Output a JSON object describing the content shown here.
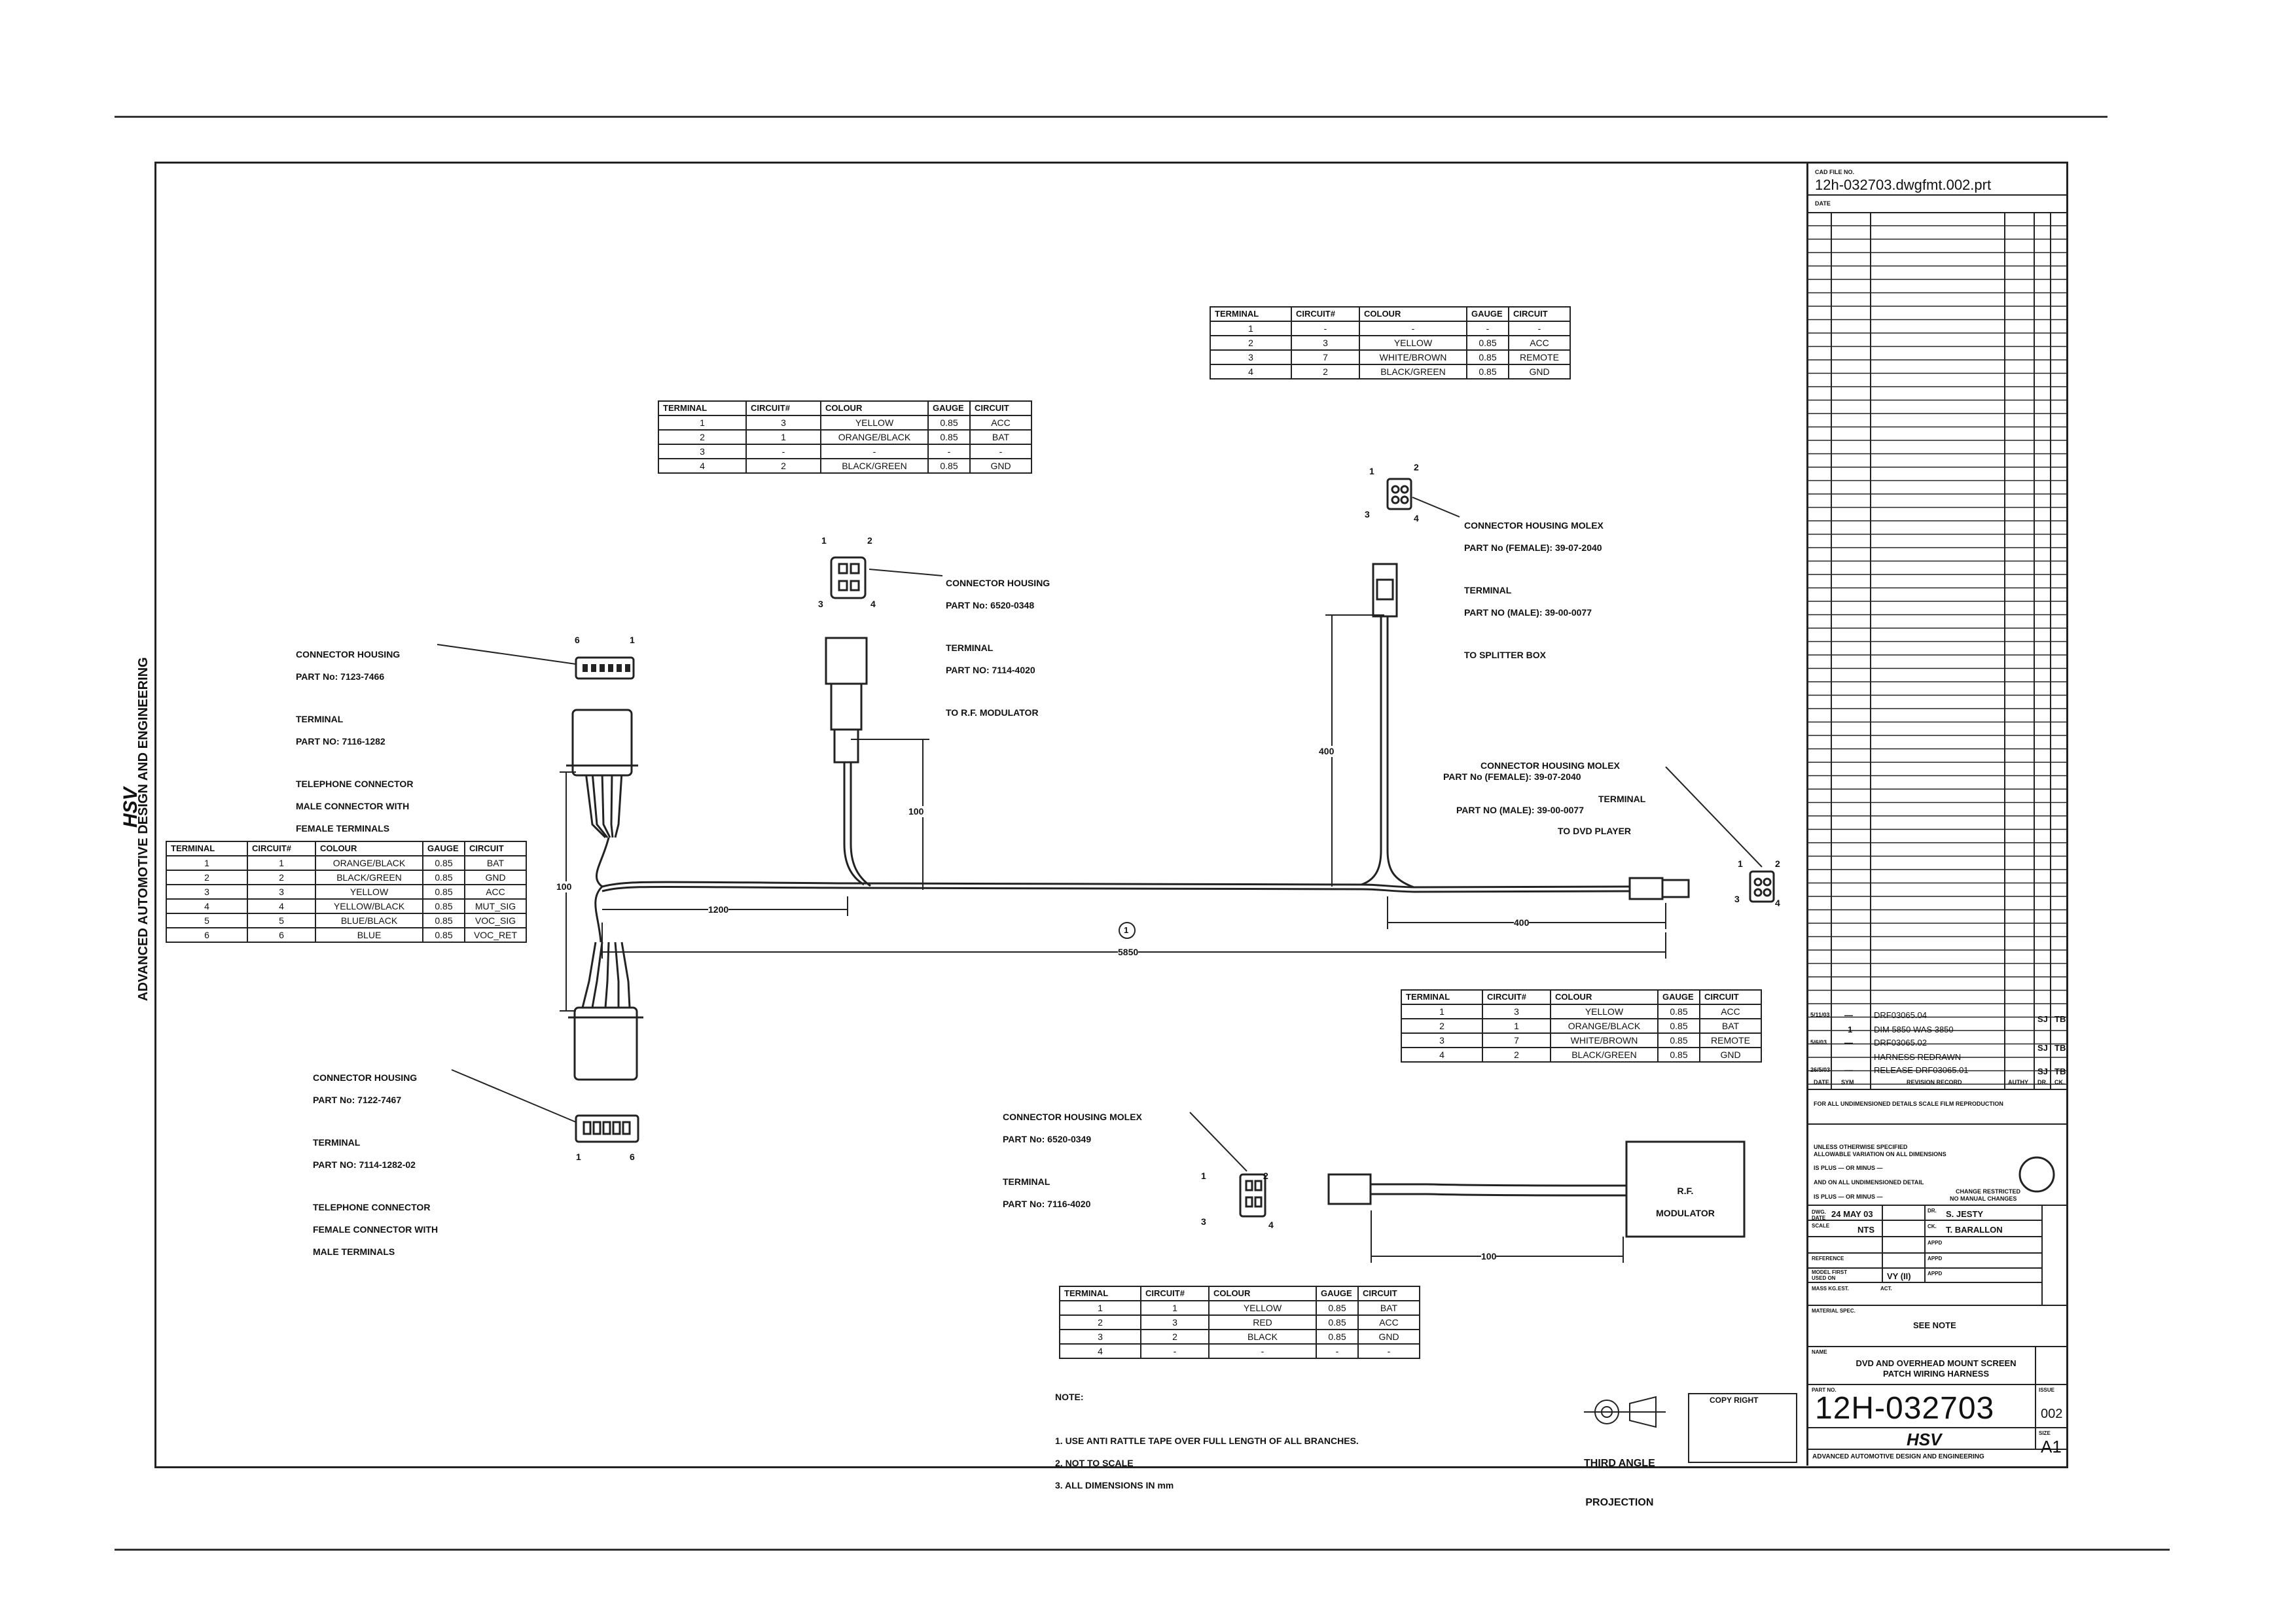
{
  "branding": {
    "company": "ADVANCED AUTOMOTIVE DESIGN AND ENGINEERING",
    "logo_text": "HSV"
  },
  "connectors": {
    "tel_male": {
      "pin_left": "6",
      "pin_right": "1",
      "housing": "CONNECTOR HOUSING",
      "housing_part": "PART No: 7123-7466",
      "terminal": "TERMINAL",
      "terminal_part": "PART NO: 7116-1282",
      "desc1": "TELEPHONE CONNECTOR",
      "desc2": "MALE CONNECTOR WITH",
      "desc3": "FEMALE TERMINALS"
    },
    "tel_female": {
      "pin_left": "1",
      "pin_right": "6",
      "housing": "CONNECTOR HOUSING",
      "housing_part": "PART No: 7122-7467",
      "terminal": "TERMINAL",
      "terminal_part": "PART NO: 7114-1282-02",
      "desc1": "TELEPHONE CONNECTOR",
      "desc2": "FEMALE CONNECTOR WITH",
      "desc3": "MALE TERMINALS"
    },
    "rf_top": {
      "p1": "1",
      "p2": "2",
      "p3": "3",
      "p4": "4",
      "housing": "CONNECTOR HOUSING",
      "housing_part": "PART No: 6520-0348",
      "terminal": "TERMINAL",
      "terminal_part": "PART NO: 7114-4020",
      "dest": "TO R.F. MODULATOR"
    },
    "splitter": {
      "p1": "1",
      "p2": "2",
      "p3": "3",
      "p4": "4",
      "housing": "CONNECTOR HOUSING MOLEX",
      "housing_part": "PART No (FEMALE): 39-07-2040",
      "terminal": "TERMINAL",
      "terminal_part": "PART NO (MALE): 39-00-0077",
      "dest": "TO SPLITTER BOX"
    },
    "dvd": {
      "p1": "1",
      "p2": "2",
      "p3": "3",
      "p4": "4",
      "housing": "CONNECTOR HOUSING MOLEX",
      "housing_part": "PART No (FEMALE): 39-07-2040",
      "terminal": "TERMINAL",
      "terminal_part": "PART NO (MALE): 39-00-0077",
      "dest": "TO DVD PLAYER"
    },
    "rf_mod": {
      "p1": "1",
      "p2": "2",
      "p3": "3",
      "p4": "4",
      "housing": "CONNECTOR HOUSING MOLEX",
      "housing_part": "PART No: 6520-0349",
      "terminal": "TERMINAL",
      "terminal_part": "PART No: 7116-4020",
      "box_line1": "R.F.",
      "box_line2": "MODULATOR"
    }
  },
  "dimensions": {
    "d100_left": "100",
    "d1200": "1200",
    "d100_mid": "100",
    "d400_vert": "400",
    "d400_right": "400",
    "d5850": "5850",
    "d100_rf": "100",
    "balloon": "1"
  },
  "table_headers": [
    "TERMINAL",
    "CIRCUIT#",
    "COLOUR",
    "GAUGE",
    "CIRCUIT"
  ],
  "tables": {
    "rf_top": [
      [
        "1",
        "3",
        "YELLOW",
        "0.85",
        "ACC"
      ],
      [
        "2",
        "1",
        "ORANGE/BLACK",
        "0.85",
        "BAT"
      ],
      [
        "3",
        "-",
        "-",
        "-",
        "-"
      ],
      [
        "4",
        "2",
        "BLACK/GREEN",
        "0.85",
        "GND"
      ]
    ],
    "splitter": [
      [
        "1",
        "-",
        "-",
        "-",
        "-"
      ],
      [
        "2",
        "3",
        "YELLOW",
        "0.85",
        "ACC"
      ],
      [
        "3",
        "7",
        "WHITE/BROWN",
        "0.85",
        "REMOTE"
      ],
      [
        "4",
        "2",
        "BLACK/GREEN",
        "0.85",
        "GND"
      ]
    ],
    "telephone": [
      [
        "1",
        "1",
        "ORANGE/BLACK",
        "0.85",
        "BAT"
      ],
      [
        "2",
        "2",
        "BLACK/GREEN",
        "0.85",
        "GND"
      ],
      [
        "3",
        "3",
        "YELLOW",
        "0.85",
        "ACC"
      ],
      [
        "4",
        "4",
        "YELLOW/BLACK",
        "0.85",
        "MUT_SIG"
      ],
      [
        "5",
        "5",
        "BLUE/BLACK",
        "0.85",
        "VOC_SIG"
      ],
      [
        "6",
        "6",
        "BLUE",
        "0.85",
        "VOC_RET"
      ]
    ],
    "dvd": [
      [
        "1",
        "3",
        "YELLOW",
        "0.85",
        "ACC"
      ],
      [
        "2",
        "1",
        "ORANGE/BLACK",
        "0.85",
        "BAT"
      ],
      [
        "3",
        "7",
        "WHITE/BROWN",
        "0.85",
        "REMOTE"
      ],
      [
        "4",
        "2",
        "BLACK/GREEN",
        "0.85",
        "GND"
      ]
    ],
    "rf_mod": [
      [
        "1",
        "1",
        "YELLOW",
        "0.85",
        "BAT"
      ],
      [
        "2",
        "3",
        "RED",
        "0.85",
        "ACC"
      ],
      [
        "3",
        "2",
        "BLACK",
        "0.85",
        "GND"
      ],
      [
        "4",
        "-",
        "-",
        "-",
        "-"
      ]
    ]
  },
  "notes": {
    "heading": "NOTE:",
    "n1": "1. USE ANTI RATTLE TAPE OVER FULL LENGTH OF ALL BRANCHES.",
    "n2": "2. NOT TO SCALE",
    "n3": "3. ALL DIMENSIONS IN mm"
  },
  "projection": {
    "line1": "THIRD ANGLE",
    "line2": "PROJECTION"
  },
  "copyright": "COPY RIGHT",
  "title_block": {
    "cad_label": "CAD FILE NO.",
    "cad_file": "12h-032703.dwgfmt.002.prt",
    "date_label": "DATE",
    "rev1_date": "5/11/03",
    "rev1_dash": "—",
    "rev1_desc": "DRF03065.04",
    "rev1_by": "SJ",
    "rev1_ch": "TB",
    "rev1b_num": "1",
    "rev1b_desc": "DIM 5850 WAS 3850",
    "rev2_date": "5/6/03",
    "rev2_dash": "—",
    "rev2_desc": "DRF03065.02",
    "rev2_by": "SJ",
    "rev2_ch": "TB",
    "rev2b_desc": "HARNESS REDRAWN",
    "rev3_date": "26/5/03",
    "rev3_dash": "—",
    "rev3_desc": "RELEASE DRF03065.01",
    "rev3_by": "SJ",
    "rev3_ch": "TB",
    "rev_hdr_date": "DATE",
    "rev_hdr_sym": "SYM",
    "rev_hdr_record": "REVISION RECORD",
    "rev_hdr_auth": "AUTHY",
    "rev_hdr_dr": "DR.",
    "rev_hdr_ck": "CK.",
    "scale_note": "FOR ALL UNDIMENSIONED DETAILS SCALE FILM REPRODUCTION",
    "tol1": "UNLESS OTHERWISE SPECIFIED",
    "tol2": "ALLOWABLE VARIATION ON ALL DIMENSIONS",
    "tol3": "IS PLUS — OR MINUS —",
    "tol4": "AND ON ALL UNDIMENSIONED DETAIL",
    "tol5": "IS PLUS — OR MINUS —",
    "change1": "CHANGE RESTRICTED",
    "change2": "NO MANUAL CHANGES",
    "dwg_date_label": "DWG. DATE",
    "dwg_date": "24 MAY 03",
    "dr_label": "DR.",
    "dr_name": "S. JESTY",
    "scale_label": "SCALE",
    "scale": "NTS",
    "ck_label": "CK.",
    "ck_name": "T. BARALLON",
    "appd_label": "APPD",
    "reference_label": "REFERENCE",
    "model_label": "MODEL FIRST USED ON",
    "model": "VY (II)",
    "mass_label": "MASS KG.",
    "mass_est": "EST.",
    "mass_act": "ACT.",
    "material_label": "MATERIAL SPEC.",
    "material": "SEE NOTE",
    "name_label": "NAME",
    "name1": "DVD AND OVERHEAD MOUNT SCREEN",
    "name2": "PATCH WIRING HARNESS",
    "part_label": "PART NO.",
    "part_no": "12H-032703",
    "issue_label": "ISSUE",
    "issue": "002",
    "size_label": "SIZE",
    "size": "A1",
    "logo": "HSV",
    "footer": "ADVANCED AUTOMOTIVE DESIGN AND ENGINEERING"
  },
  "colors": {
    "line": "#222222",
    "paper": "#ffffff"
  }
}
